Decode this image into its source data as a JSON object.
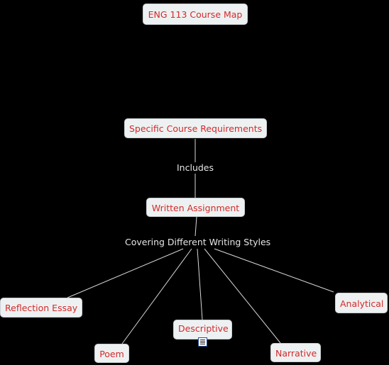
{
  "concept_map": {
    "title": "ENG 113 Course Map",
    "concepts": {
      "requirements": "Specific Course Requirements",
      "written_assignment": "Written Assignment",
      "reflection_essay": "Reflection Essay",
      "poem": "Poem",
      "descriptive": "Descriptive",
      "narrative": "Narrative",
      "analytical": "Analytical"
    },
    "linking_phrases": {
      "includes": "Includes",
      "covering": "Covering Different Writing Styles"
    },
    "icons": {
      "descriptive_resource": "document-icon"
    }
  },
  "colors": {
    "background": "#000000",
    "node_fill": "#eef1f2",
    "node_text": "#d22a2a",
    "link_text": "#e6e6e6",
    "connector": "#d8d8d8"
  }
}
